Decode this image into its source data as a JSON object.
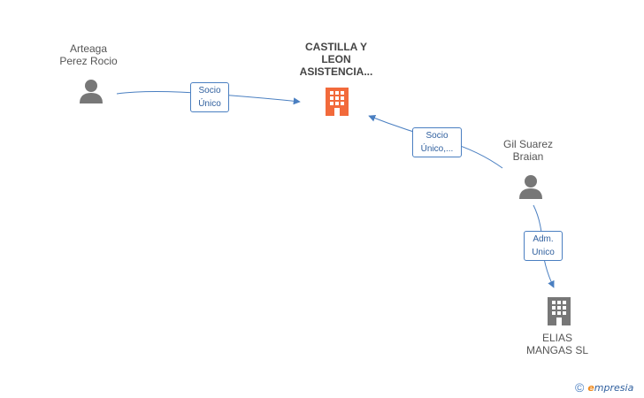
{
  "nodes": {
    "arteaga": {
      "line1": "Arteaga",
      "line2": "Perez Rocio"
    },
    "castilla": {
      "line1": "CASTILLA Y",
      "line2": "LEON",
      "line3": "ASISTENCIA..."
    },
    "gil": {
      "line1": "Gil Suarez",
      "line2": "Braian"
    },
    "elias": {
      "line1": "ELIAS",
      "line2": "MANGAS SL"
    }
  },
  "edges": {
    "arteaga_castilla": {
      "line1": "Socio",
      "line2": "Único"
    },
    "gil_castilla": {
      "line1": "Socio",
      "line2": "Único,..."
    },
    "gil_elias": {
      "line1": "Adm.",
      "line2": "Unico"
    }
  },
  "footer": {
    "copyright": "©",
    "brand_initial": "e",
    "brand_rest": "mpresia"
  },
  "colors": {
    "person_icon": "#777777",
    "main_company": "#f26a3b",
    "company": "#777777",
    "edge": "#4a7fc1"
  }
}
